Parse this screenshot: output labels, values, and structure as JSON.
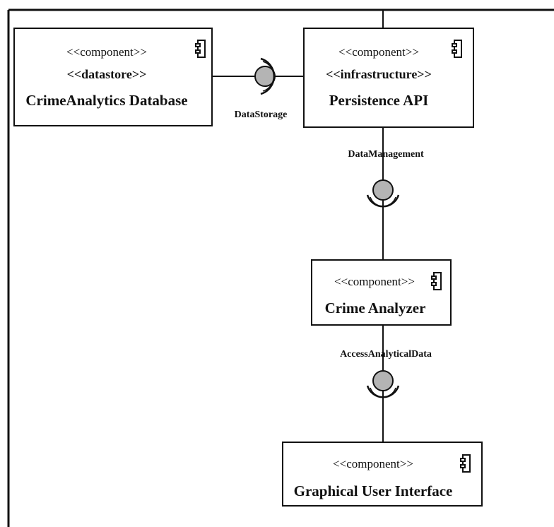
{
  "components": [
    {
      "id": "crime-db",
      "stereotypes": [
        "<<component>>",
        "<<datastore>>"
      ],
      "name": "CrimeAnalytics Database"
    },
    {
      "id": "persistence-api",
      "stereotypes": [
        "<<component>>",
        "<<infrastructure>>"
      ],
      "name": "Persistence API"
    },
    {
      "id": "crime-analyzer",
      "stereotypes": [
        "<<component>>"
      ],
      "name": "Crime Analyzer"
    },
    {
      "id": "gui",
      "stereotypes": [
        "<<component>>"
      ],
      "name": "Graphical User Interface"
    }
  ],
  "interfaces": {
    "data_storage": "DataStorage",
    "data_management": "DataManagement",
    "access_analytical_data": "AccessAnalyticalData"
  },
  "colors": {
    "line": "#111111",
    "interface_fill": "#b4b4b4",
    "box_fill": "#ffffff"
  }
}
